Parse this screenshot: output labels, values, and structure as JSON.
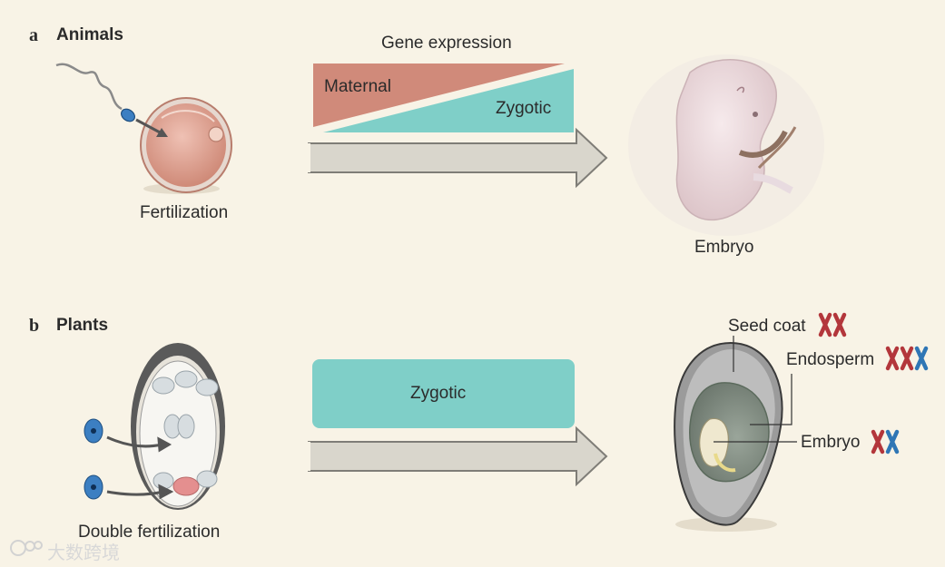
{
  "panel_a": {
    "letter": "a",
    "title": "Animals",
    "fertilization_label": "Fertilization",
    "gene_expression_label": "Gene expression",
    "maternal_label": "Maternal",
    "zygotic_label": "Zygotic",
    "embryo_label": "Embryo"
  },
  "panel_b": {
    "letter": "b",
    "title": "Plants",
    "double_fertilization_label": "Double fertilization",
    "zygotic_label": "Zygotic",
    "seed_coat_label": "Seed coat",
    "endosperm_label": "Endosperm",
    "embryo_label": "Embryo"
  },
  "watermark": "大数跨境",
  "colors": {
    "background": "#f8f3e6",
    "maternal": "#d08a7a",
    "zygotic": "#7fcfc8",
    "arrow": "#d9d6cc",
    "chromosome_red": "#b3363b",
    "chromosome_blue": "#2f76b5"
  }
}
